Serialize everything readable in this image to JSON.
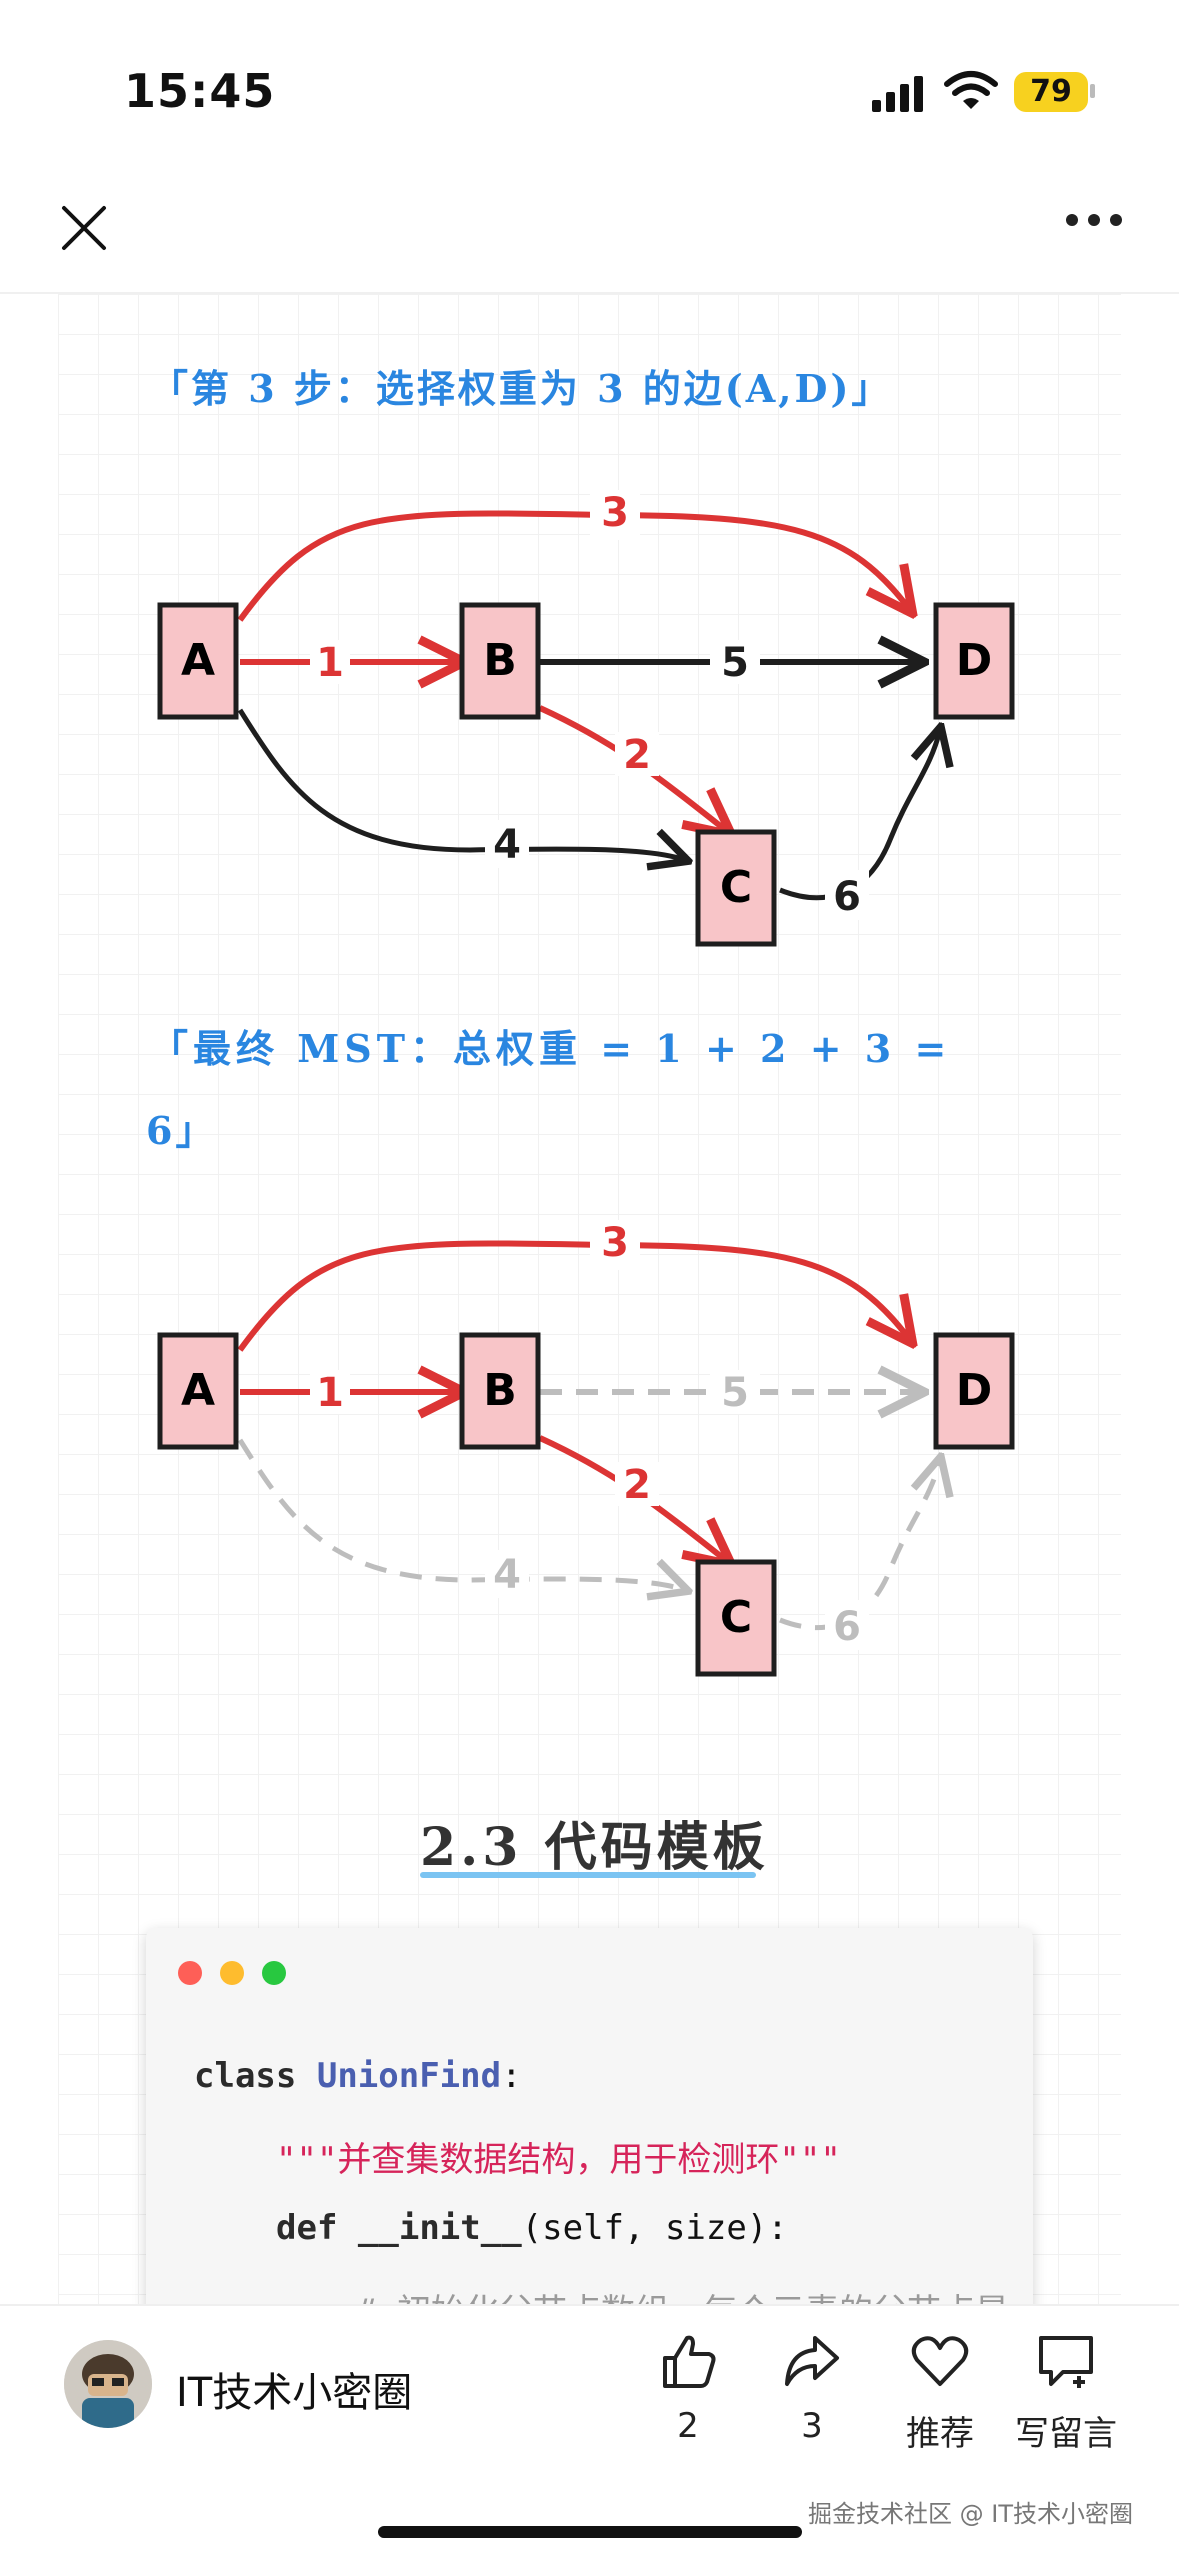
{
  "status_bar": {
    "time": "15:45",
    "battery": "79"
  },
  "nav": {
    "close_icon": "close-icon",
    "more_icon": "more-horizontal-icon"
  },
  "article": {
    "caption_1": "「第 3 步：选择权重为 3 的边(A,D)」",
    "caption_2_line1": "「最终 MST：总权重 = 1 + 2 + 3 =",
    "caption_2_line2": "6」",
    "diagram_1": {
      "nodes": [
        "A",
        "B",
        "C",
        "D"
      ],
      "edges": [
        {
          "from": "A",
          "to": "D",
          "weight": "3",
          "state": "selected"
        },
        {
          "from": "A",
          "to": "B",
          "weight": "1",
          "state": "selected"
        },
        {
          "from": "B",
          "to": "D",
          "weight": "5",
          "state": "normal"
        },
        {
          "from": "B",
          "to": "C",
          "weight": "2",
          "state": "selected"
        },
        {
          "from": "A",
          "to": "C",
          "weight": "4",
          "state": "normal"
        },
        {
          "from": "C",
          "to": "D",
          "weight": "6",
          "state": "normal"
        }
      ]
    },
    "diagram_2": {
      "nodes": [
        "A",
        "B",
        "C",
        "D"
      ],
      "edges": [
        {
          "from": "A",
          "to": "D",
          "weight": "3",
          "state": "selected"
        },
        {
          "from": "A",
          "to": "B",
          "weight": "1",
          "state": "selected"
        },
        {
          "from": "B",
          "to": "D",
          "weight": "5",
          "state": "excluded"
        },
        {
          "from": "B",
          "to": "C",
          "weight": "2",
          "state": "selected"
        },
        {
          "from": "A",
          "to": "C",
          "weight": "4",
          "state": "excluded"
        },
        {
          "from": "C",
          "to": "D",
          "weight": "6",
          "state": "excluded"
        }
      ]
    },
    "section_title": "2.3 代码模板",
    "code": {
      "kw_class": "class",
      "class_name": "UnionFind",
      "colon": ":",
      "docstring": "\"\"\"并查集数据结构，用于检测环\"\"\"",
      "kw_def": "def",
      "fn_name": "__init__",
      "fn_args": "(self, size):",
      "comment": "# 初始化父节点数组，每个元素的父节点是"
    }
  },
  "bottom_bar": {
    "author": "IT技术小密圈",
    "actions": [
      {
        "icon": "thumbs-up-icon",
        "label": "2"
      },
      {
        "icon": "share-icon",
        "label": "3"
      },
      {
        "icon": "heart-icon",
        "label": "推荐"
      },
      {
        "icon": "comment-icon",
        "label": "写留言"
      }
    ],
    "watermark": "掘金技术社区 @ IT技术小密圈"
  },
  "colors": {
    "selected": "#dc3434",
    "normal": "#1e1e1e",
    "excluded": "#bdbdbd",
    "node_fill": "#f8c5c8",
    "caption": "#2a86e0"
  }
}
